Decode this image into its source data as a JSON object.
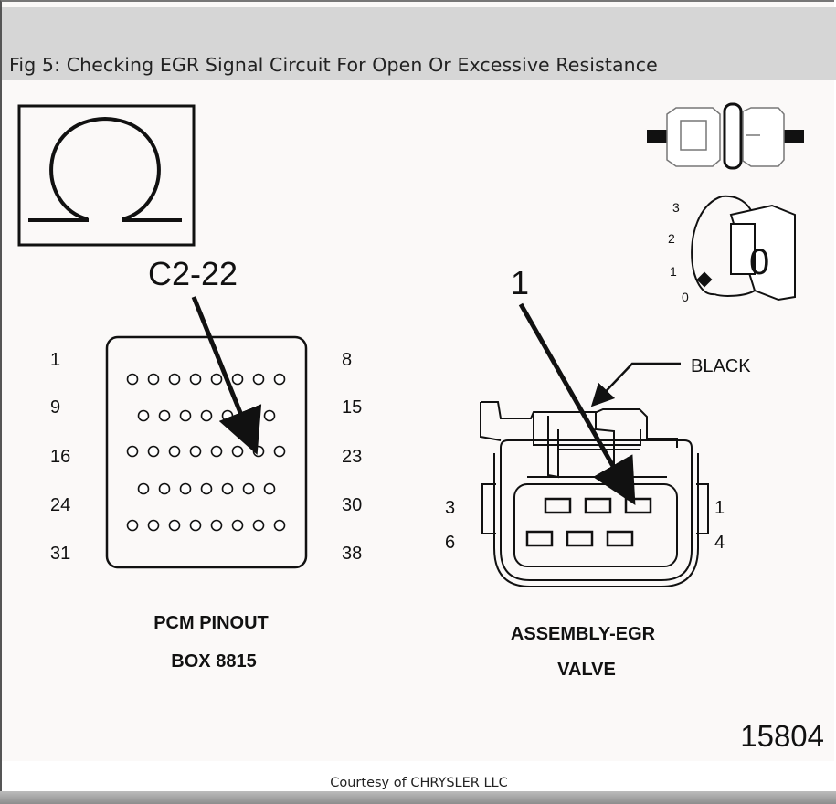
{
  "window": {
    "title": "Fig 5: Checking EGR Signal Circuit For Open Or Excessive Resistance",
    "courtesy": "Courtesy of CHRYSLER LLC"
  },
  "diagram": {
    "meter_symbol": "Ω",
    "pin_callout": "C2-22",
    "pcm": {
      "row_labels_left": [
        "1",
        "9",
        "16",
        "24",
        "31"
      ],
      "row_labels_right": [
        "8",
        "15",
        "23",
        "30",
        "38"
      ],
      "caption_line1": "PCM PINOUT",
      "caption_line2": "BOX 8815"
    },
    "ignition": {
      "positions": [
        "3",
        "2",
        "1",
        "0"
      ],
      "key_label": "0"
    },
    "egr": {
      "callout": "1",
      "wire_color_label": "BLACK",
      "pin_labels": {
        "top_left": "3",
        "bottom_left": "6",
        "top_right": "1",
        "bottom_right": "4"
      },
      "caption_line1": "ASSEMBLY-EGR",
      "caption_line2": "VALVE"
    },
    "figure_number": "15804"
  }
}
